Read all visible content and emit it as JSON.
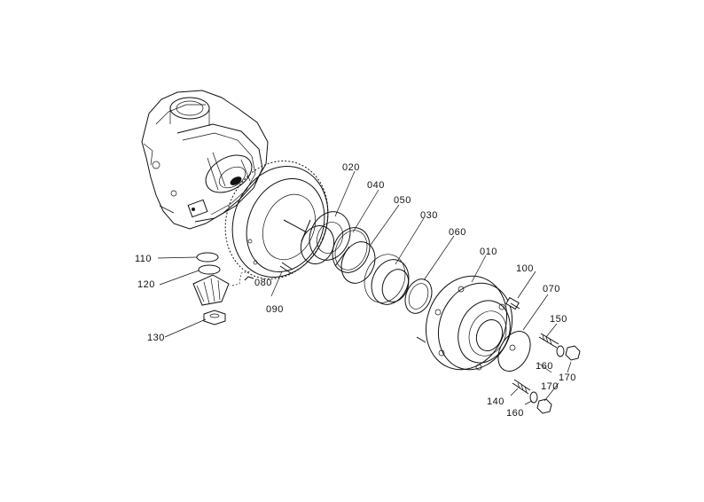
{
  "diagram": {
    "labels": {
      "l010": "010",
      "l020": "020",
      "l030": "030",
      "l040": "040",
      "l050": "050",
      "l060": "060",
      "l070": "070",
      "l080": "080",
      "l090": "090",
      "l100": "100",
      "l110": "110",
      "l120": "120",
      "l130": "130",
      "l140": "140",
      "l150": "150",
      "l160a": "160",
      "l160b": "160",
      "l170a": "170",
      "l170b": "170"
    },
    "colors": {
      "line": "#111111",
      "background": "#ffffff"
    }
  }
}
